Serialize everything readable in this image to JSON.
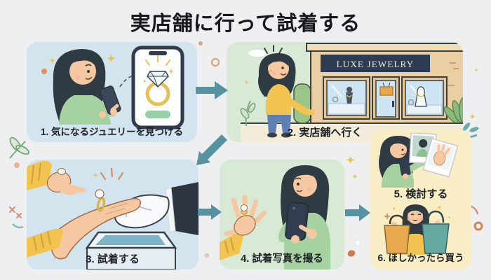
{
  "title": "実店舗に行って試着する",
  "steps": [
    {
      "num": 1,
      "caption": "1. 気になるジュエリーを見つける",
      "panel_color": "#d2e5ef"
    },
    {
      "num": 2,
      "caption": "2. 実店舗へ行く",
      "store_sign": "LUXE JEWELRY",
      "panel_color": "#d8e9d5"
    },
    {
      "num": 3,
      "caption": "3. 試着する",
      "panel_color": "#d2e5ef"
    },
    {
      "num": 4,
      "caption": "4. 試着写真を撮る",
      "panel_color": "#d8e9d5"
    },
    {
      "num": 5,
      "caption": "5. 検討する",
      "panel_color": "#f9edc5"
    },
    {
      "num": 6,
      "caption": "6. ほしかったら買う",
      "panel_color": "#f9edc5"
    }
  ],
  "colors": {
    "background": "#edeff0",
    "arrow": "#5792a1",
    "text": "#1d2126",
    "store_sign_bg": "#2d3b53",
    "store_sign_text": "#f3ecd7",
    "sparkle_gold": "#e7c35f",
    "accent_coral": "#d98f72"
  },
  "icons": {
    "flow": [
      "arrow-right-icon",
      "arrow-down-left-icon",
      "arrow-right-icon",
      "arrow-right-icon"
    ],
    "decor": [
      "sparkle-icon",
      "leaf-icon",
      "dot-icon",
      "ring-icon",
      "curve-icon"
    ]
  }
}
